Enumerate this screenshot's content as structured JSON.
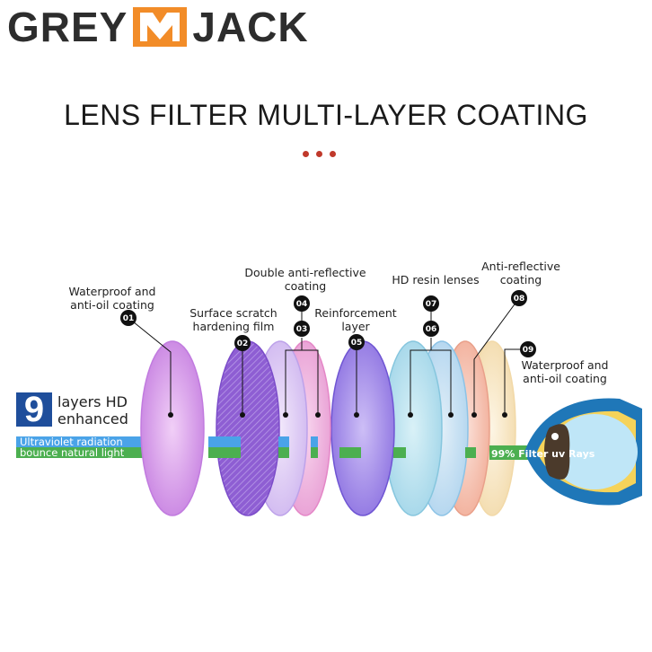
{
  "brand": {
    "left": "GREY",
    "right": "JACK",
    "accent": "#f28c28"
  },
  "title": "LENS FILTER MULTI-LAYER COATING",
  "accent_color": "#c0392b",
  "badge": {
    "glyph": "9",
    "line1": "layers HD",
    "line2": "enhanced",
    "color": "#1f4e9b"
  },
  "bars": {
    "uv": {
      "label": "Ultraviolet radiation",
      "color": "#4aa3e8"
    },
    "natural": {
      "label": "bounce natural light",
      "color": "#4caf50"
    },
    "filter_label": "99% Filter uv Rays"
  },
  "layers": [
    {
      "num": "01",
      "lines": [
        "Waterproof and",
        "anti-oil coating"
      ]
    },
    {
      "num": "02",
      "lines": [
        "Surface scratch",
        "hardening film"
      ]
    },
    {
      "num": "03",
      "lines": []
    },
    {
      "num": "04",
      "lines": [
        "Double anti-reflective",
        "coating"
      ]
    },
    {
      "num": "05",
      "lines": [
        "Reinforcement",
        "layer"
      ]
    },
    {
      "num": "06",
      "lines": []
    },
    {
      "num": "07",
      "lines": [
        "HD resin lenses"
      ]
    },
    {
      "num": "08",
      "lines": [
        "Anti-reflective",
        "coating"
      ]
    },
    {
      "num": "09",
      "lines": [
        "Waterproof and",
        "anti-oil coating"
      ]
    }
  ]
}
